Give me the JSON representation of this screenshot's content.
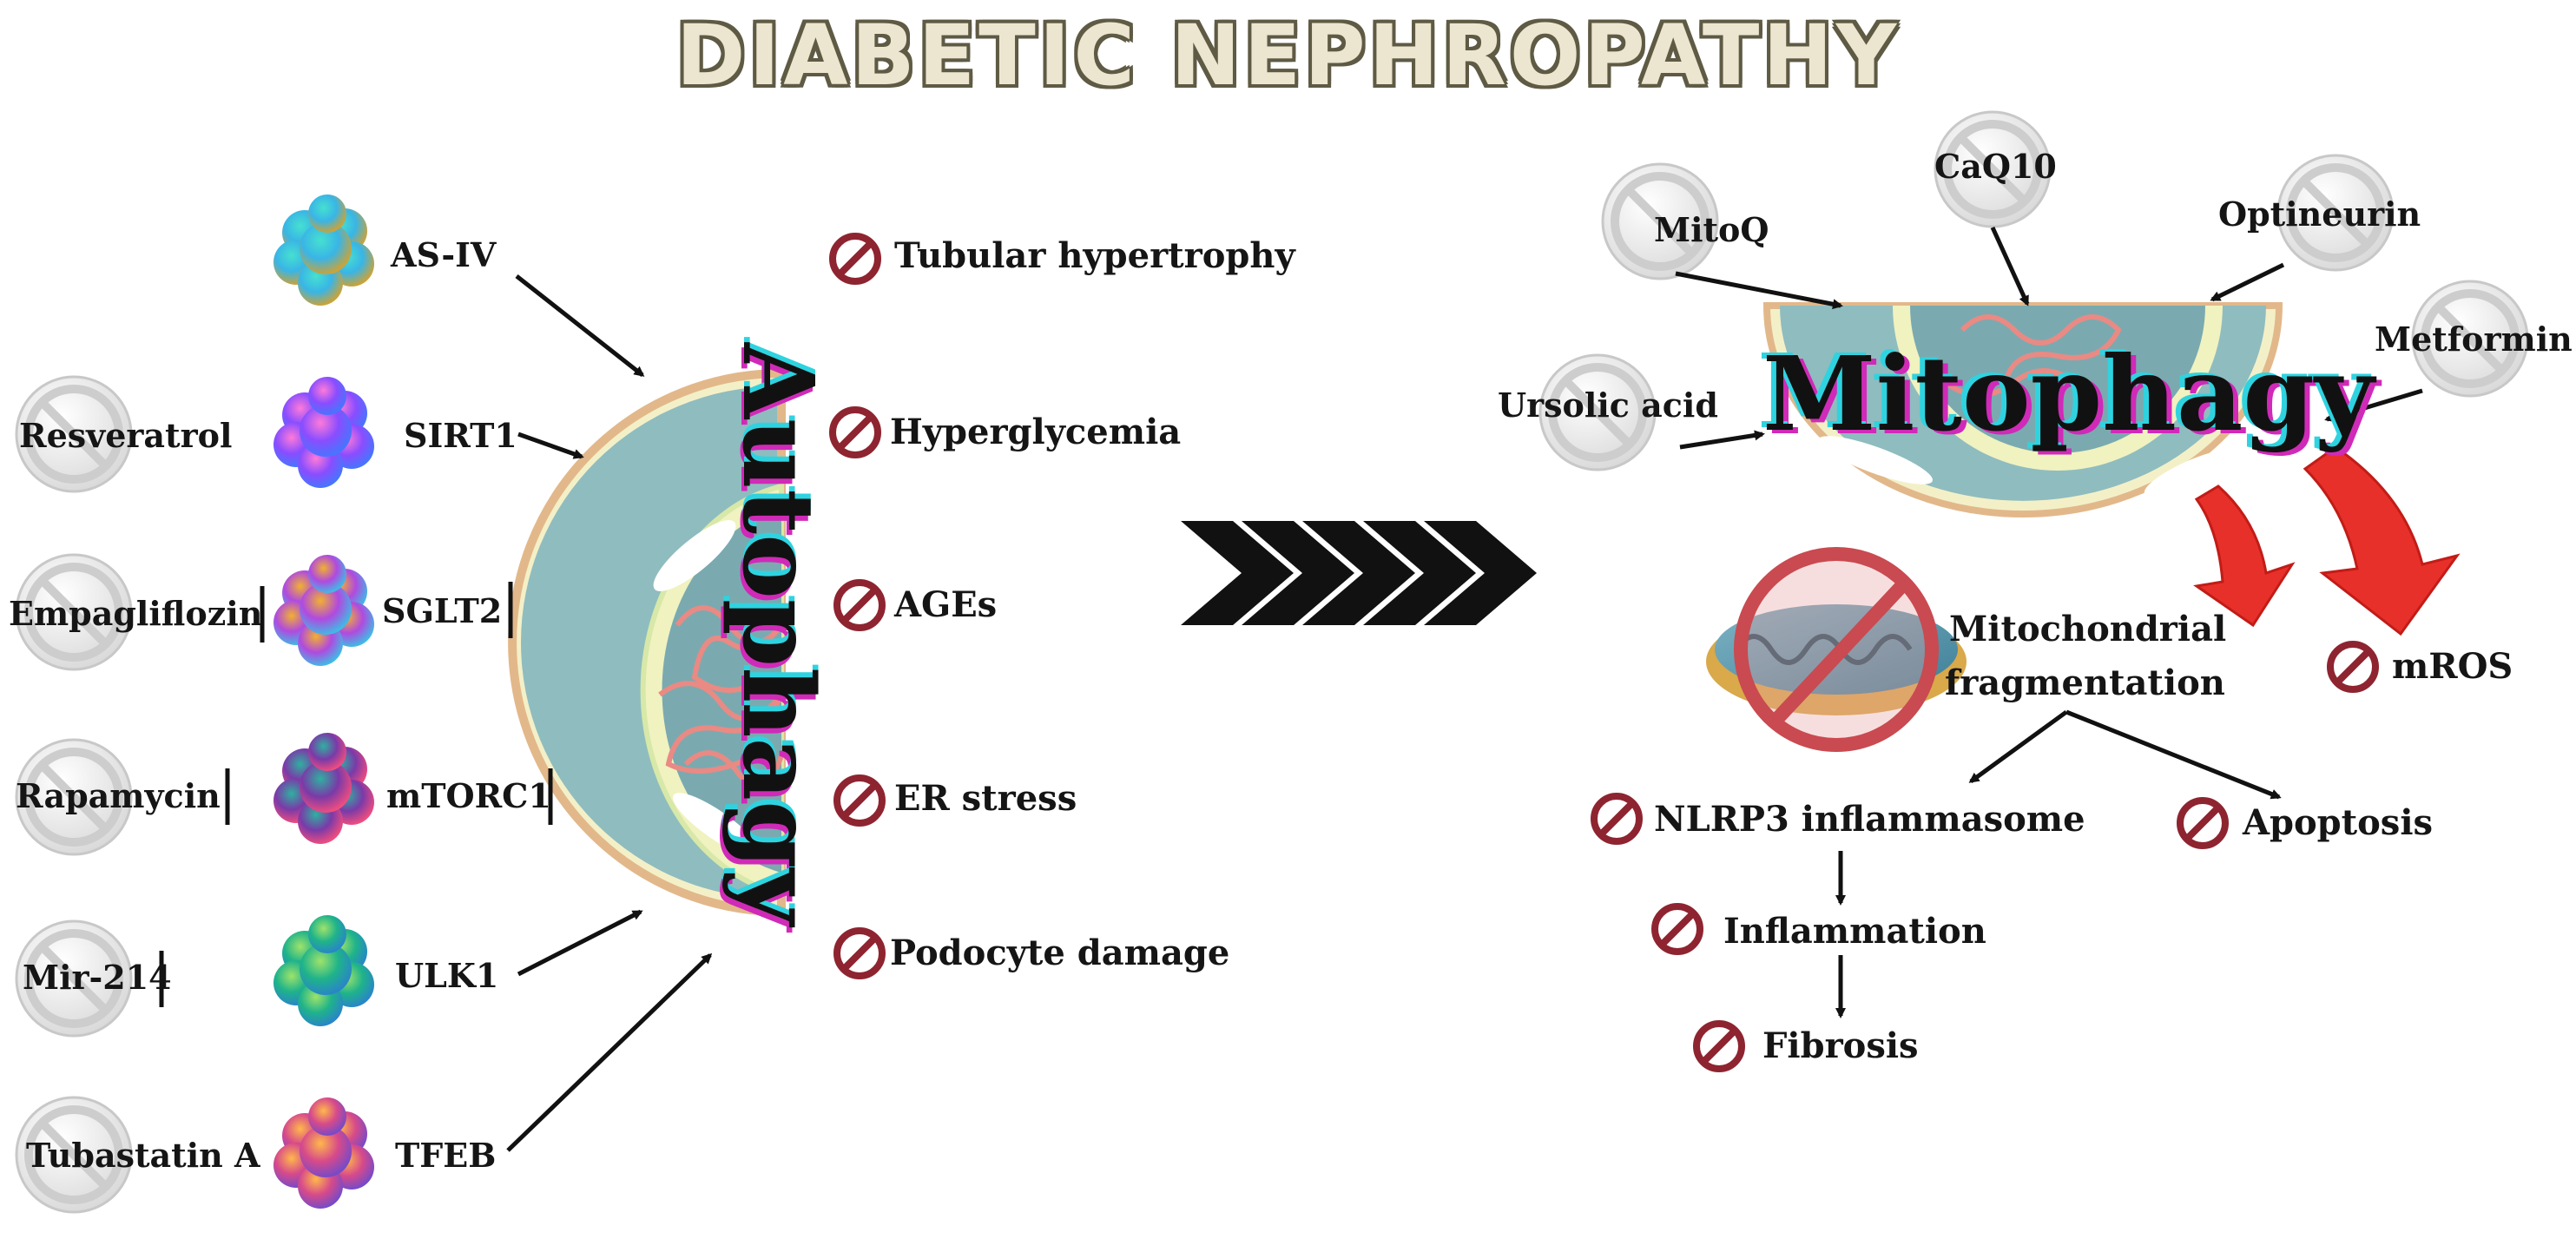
{
  "title": "DIABETIC NEPHROPATHY",
  "autophagy_label": "Autophagy",
  "mitophagy_label": "Mitophagy",
  "left_inhibitors": [
    "Resveratrol",
    "Empagliflozin",
    "Rapamycin",
    "Mir-214",
    "Tubastatin A"
  ],
  "left_targets": [
    "AS-IV",
    "SIRT1",
    "SGLT2",
    "mTORC1",
    "ULK1",
    "TFEB"
  ],
  "autophagy_outcomes": [
    "Tubular hypertrophy",
    "Hyperglycemia",
    "AGEs",
    "ER stress",
    "Podocyte damage"
  ],
  "mitophagy_inducers": [
    "MitoQ",
    "CaQ10",
    "Optineurin",
    "Metformin",
    "Ursolic acid"
  ],
  "mito_fragmentation": [
    "Mitochondrial",
    "fragmentation"
  ],
  "mitophagy_outcomes": [
    "mROS",
    "NLRP3 inflammasome",
    "Apoptosis",
    "Inflammation",
    "Fibrosis"
  ],
  "colors": {
    "title_fill": "#ece6d0",
    "title_stroke": "#5e5a44",
    "inhibit_sign": "#8e2430",
    "arrow_red": "#e8302a",
    "cyan_glow": "#2fd3e0",
    "magenta_glow": "#d02ab8"
  }
}
